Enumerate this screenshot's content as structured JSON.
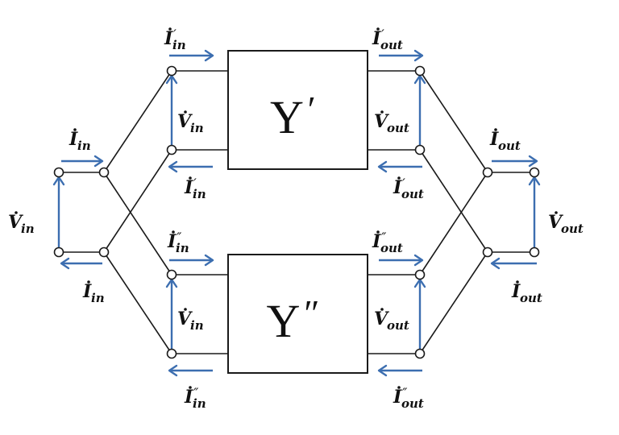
{
  "colors": {
    "wire": "#1a1a1a",
    "arrow": "#3c6eb0",
    "text": "#111111"
  },
  "blocks": [
    {
      "id": "upper",
      "label": "Y",
      "prime": "′"
    },
    {
      "id": "lower",
      "label": "Y",
      "prime": "″"
    }
  ],
  "labels": {
    "i_in_top": {
      "main": "I",
      "sub": "in",
      "prime": "",
      "dot": true
    },
    "v_in_left": {
      "main": "V",
      "sub": "in",
      "prime": "",
      "dot": true
    },
    "i_in_bottom": {
      "main": "I",
      "sub": "in",
      "prime": "",
      "dot": true
    },
    "i1_in_top": {
      "main": "I",
      "sub": "in",
      "prime": "′",
      "dot": true
    },
    "v1_in": {
      "main": "V",
      "sub": "in",
      "prime": "",
      "dot": true
    },
    "i1_in_bottom": {
      "main": "I",
      "sub": "in",
      "prime": "′",
      "dot": true
    },
    "i2_in_top": {
      "main": "I",
      "sub": "in",
      "prime": "″",
      "dot": true
    },
    "v2_in": {
      "main": "V",
      "sub": "in",
      "prime": "",
      "dot": true
    },
    "i2_in_bottom": {
      "main": "I",
      "sub": "in",
      "prime": "″",
      "dot": true
    },
    "i1_out_top": {
      "main": "I",
      "sub": "out",
      "prime": "′",
      "dot": true
    },
    "v1_out": {
      "main": "V",
      "sub": "out",
      "prime": "",
      "dot": true
    },
    "i1_out_bottom": {
      "main": "I",
      "sub": "out",
      "prime": "′",
      "dot": true
    },
    "i2_out_top": {
      "main": "I",
      "sub": "out",
      "prime": "″",
      "dot": true
    },
    "v2_out": {
      "main": "V",
      "sub": "out",
      "prime": "",
      "dot": true
    },
    "i2_out_bottom": {
      "main": "I",
      "sub": "out",
      "prime": "″",
      "dot": true
    },
    "i_out_top": {
      "main": "I",
      "sub": "out",
      "prime": "",
      "dot": true
    },
    "v_out_right": {
      "main": "V",
      "sub": "out",
      "prime": "",
      "dot": true
    },
    "i_out_bottom": {
      "main": "I",
      "sub": "out",
      "prime": "",
      "dot": true
    }
  }
}
